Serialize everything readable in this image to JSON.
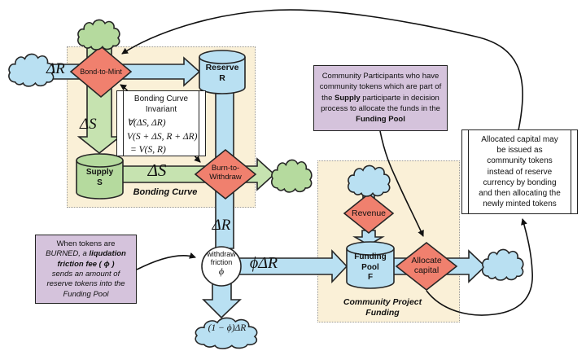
{
  "colors": {
    "diamond": "#f0806e",
    "blue": "#b9e0f2",
    "green": "#c6e3b0",
    "green_node": "#b5da9e",
    "yellow": "#faf0d7",
    "purple": "#d5c3dc"
  },
  "labels": {
    "dr1": "ΔR",
    "ds1": "ΔS",
    "ds2": "ΔS",
    "dr2": "ΔR",
    "phidr": "ϕΔR",
    "cloud_out": "(1 − ϕ)ΔR"
  },
  "nodes": {
    "bond_to_mint": "Bond-to-Mint",
    "burn_1": "Burn-to-",
    "burn_2": "Withdraw",
    "revenue": "Revenue",
    "allocate_1": "Allocate",
    "allocate_2": "capital",
    "reserve_1": "Reserve",
    "reserve_2": "R",
    "supply_1": "Supply",
    "supply_2": "S",
    "funding_1": "Funding",
    "funding_2": "Pool",
    "funding_3": "F",
    "withdraw_1": "withdraw",
    "withdraw_2": "friction",
    "withdraw_3": "ϕ"
  },
  "regions": {
    "bonding_curve": "Bonding Curve",
    "community_1": "Community Project",
    "community_2": "Funding"
  },
  "invariant": {
    "title_1": "Bonding Curve",
    "title_2": "Invariant",
    "math_1": "∀(ΔS, ΔR)",
    "math_2": "V(S + ΔS, R + ΔR)",
    "math_3": "= V(S, R)"
  },
  "purple_top": {
    "l1": "Community Participants who have",
    "l2": "community tokens which are part of",
    "l3a": "the ",
    "l3b": "Supply",
    "l3c": "  participarte in decision",
    "l4": "process to allocate the funds in the",
    "l5": "Funding Pool"
  },
  "white_box": {
    "l1": "Allocated capital may",
    "l2": "be issued as",
    "l3": "community tokens",
    "l4": "instead of reserve",
    "l5": "currency by bonding",
    "l6": "and then allocating the",
    "l7": "newly minted tokens"
  },
  "purple_bottom": {
    "l1": "When tokens are",
    "l2a": "BURNED, a ",
    "l2b": "liqudation",
    "l3": "friction fee   ( ϕ )",
    "l4": "sends an amount of",
    "l5": "reserve tokens into the",
    "l6": "Funding Pool"
  }
}
